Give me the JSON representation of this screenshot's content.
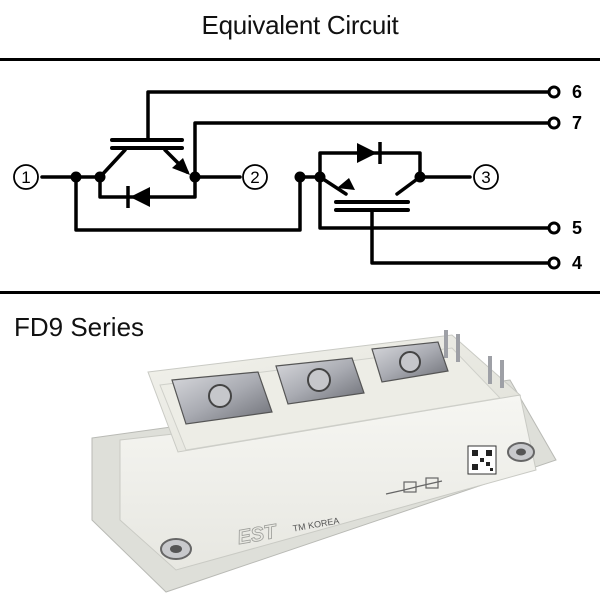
{
  "header": {
    "title": "Equivalent Circuit"
  },
  "circuit": {
    "nodes": [
      "1",
      "2",
      "3"
    ],
    "pins": [
      "6",
      "7",
      "5",
      "4"
    ]
  },
  "product": {
    "series_title": "FD9 Series",
    "brand_logo": "EST",
    "marking": "TM  KOREA"
  }
}
